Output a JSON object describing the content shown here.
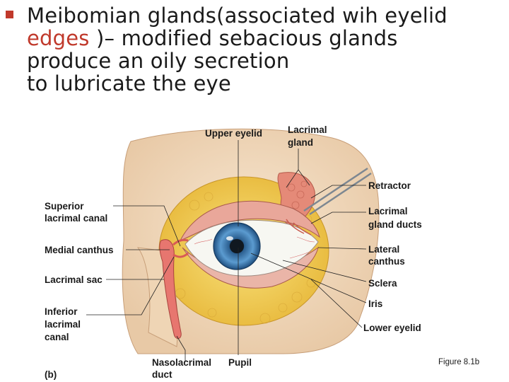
{
  "slide": {
    "bullet": {
      "icon": "square-bullet-icon",
      "part1": "Meibomian glands(associated wih eyelid",
      "line2_highlight": "edges ",
      "line2_rest": ")– modified sebacious glands",
      "line3": "produce an oily secretion",
      "line4": "to lubricate the eye"
    }
  },
  "figure": {
    "panel_label": "(b)",
    "caption": "Figure 8.1b",
    "labels": {
      "upper_eyelid": "Upper eyelid",
      "lacrimal_gland_1": "Lacrimal",
      "lacrimal_gland_2": "gland",
      "retractor": "Retractor",
      "lacrimal_ducts_1": "Lacrimal",
      "lacrimal_ducts_2": "gland ducts",
      "superior_1": "Superior",
      "superior_2": "lacrimal canal",
      "medial_canthus": "Medial canthus",
      "lacrimal_sac": "Lacrimal sac",
      "inferior_1": "Inferior",
      "inferior_2": "lacrimal",
      "inferior_3": "canal",
      "lateral_1": "Lateral",
      "lateral_2": "canthus",
      "sclera": "Sclera",
      "iris": "Iris",
      "lower_eyelid": "Lower eyelid",
      "nasolacrimal_1": "Nasolacrimal",
      "nasolacrimal_2": "duct",
      "pupil": "Pupil"
    },
    "colors": {
      "highlight": "#c0392b",
      "skin": "#f1d9bf",
      "fat": "#f3d35b",
      "gland": "#e58a78",
      "iris": "#3c7db8",
      "pupil": "#101820",
      "lid": "#e9a79a"
    }
  }
}
